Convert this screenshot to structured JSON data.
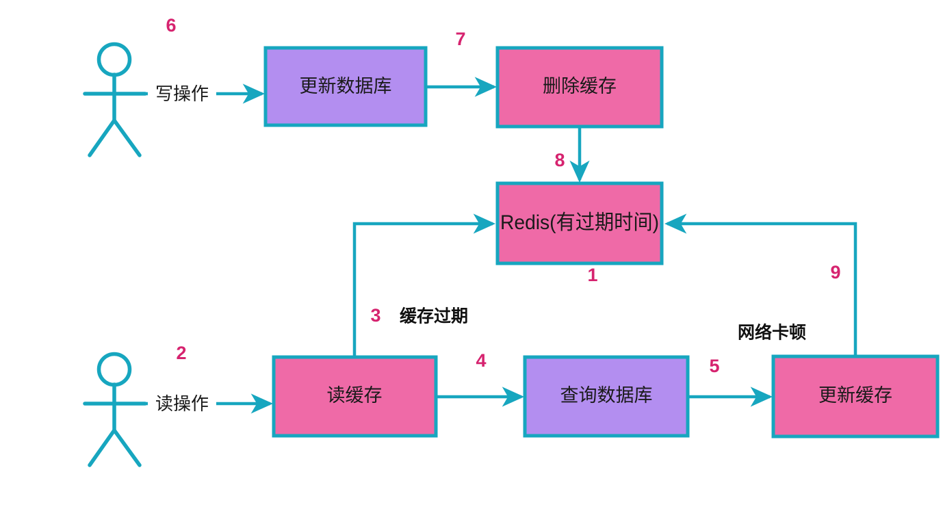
{
  "diagram": {
    "title": "Cache consistency flow diagram",
    "colors": {
      "line": "#17a6bf",
      "box_border": "#17a6bf",
      "fill_pink": "#ef6aa7",
      "fill_purple": "#b38ef0",
      "step_number": "#d6236f",
      "text": "#1a1a1a",
      "background": "#ffffff"
    },
    "actors": [
      {
        "id": "writer",
        "name": "write-actor"
      },
      {
        "id": "reader",
        "name": "read-actor"
      }
    ],
    "nodes": [
      {
        "id": "update-db",
        "label": "更新数据库",
        "fill": "purple"
      },
      {
        "id": "delete-cache",
        "label": "删除缓存",
        "fill": "pink"
      },
      {
        "id": "redis",
        "label": "Redis(有过期时间)",
        "fill": "pink"
      },
      {
        "id": "read-cache",
        "label": "读缓存",
        "fill": "pink"
      },
      {
        "id": "query-db",
        "label": "查询数据库",
        "fill": "purple"
      },
      {
        "id": "update-cache",
        "label": "更新缓存",
        "fill": "pink"
      }
    ],
    "edge_labels": {
      "write_op": "写操作",
      "read_op": "读操作",
      "cache_expired": "缓存过期",
      "network_lag": "网络卡顿"
    },
    "step_numbers": {
      "redis": "1",
      "read_op": "2",
      "cache_expired": "3",
      "read_to_query": "4",
      "query_to_update_cache": "5",
      "write_op": "6",
      "update_db_to_delete_cache": "7",
      "delete_cache_to_redis": "8",
      "update_cache_to_redis": "9"
    }
  }
}
